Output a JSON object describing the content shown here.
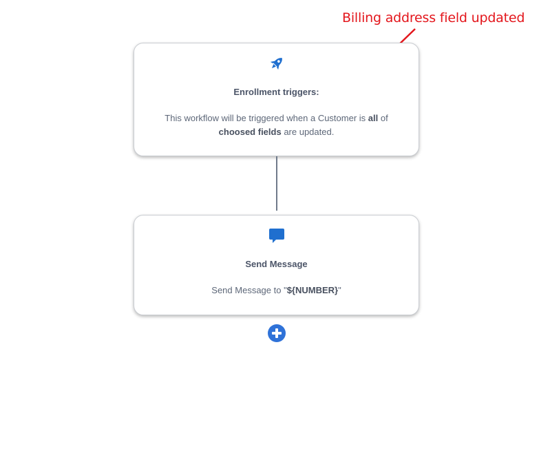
{
  "annotation": {
    "text": "Billing address field updated",
    "color": "#e3161c"
  },
  "colors": {
    "accent": "#2f72d8",
    "icon": "#1f6fcf",
    "connector": "#6f7a8a"
  },
  "trigger_card": {
    "icon": "rocket-icon",
    "title": "Enrollment triggers:",
    "desc_part1": "This workflow will be triggered when a Customer is ",
    "desc_bold1": "all",
    "desc_part2": " of ",
    "desc_bold2": "choosed fields",
    "desc_part3": " are updated."
  },
  "action_card": {
    "icon": "chat-bubble-icon",
    "title": "Send Message",
    "desc_part1": "Send Message to \"",
    "desc_bold1": "${NUMBER}",
    "desc_part2": "\""
  },
  "add_step": {
    "icon": "plus-circle-icon"
  }
}
